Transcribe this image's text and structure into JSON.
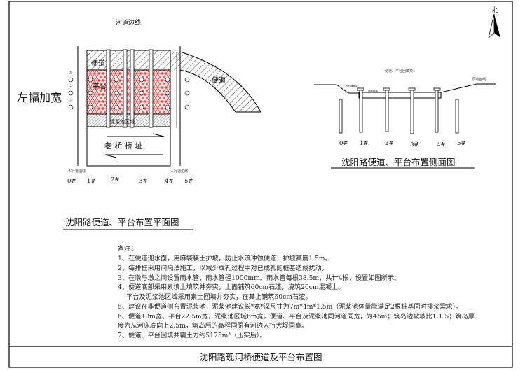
{
  "north_label": "北",
  "plan": {
    "river_edge_label": "河道边线",
    "left_widen_label": "左幅加宽",
    "road_label": "便道",
    "platform_label": "平台",
    "mud_label": "泥浆池区域",
    "curve_road_label": "便道",
    "old_bridge_label": "老 桥 桥 址",
    "sidewalk_left": "人行道边线",
    "sidewalk_right": "人行道边线",
    "piers": [
      "0#",
      "1#",
      "2#",
      "3#",
      "4#",
      "5#"
    ],
    "pile_rows": [
      "①",
      "②",
      "③"
    ],
    "title": "沈阳路便道、平台布置平面图"
  },
  "side": {
    "fill_top_label": "便道、平台回填顶",
    "ground_label": "原地面线",
    "sidewalk_elev": "人行道标高",
    "riverbed_elev": "河床标高",
    "piers": [
      "0#",
      "1#",
      "2#",
      "3#",
      "4#",
      "5#"
    ],
    "title": "沈阳路便道、平台布置侧面图"
  },
  "notes": {
    "heading": "备注：",
    "lines": [
      "1、在便道迎水面，用麻袋装土护坡，防止水流冲蚀便道，护坡高度1.5m。",
      "2、每排桩采用间隔法施工，以减少成孔过程中对已成孔的桩基造成扰动。",
      "3、在墩与墩之间设置雨水管，雨水管径1000mm。雨水管每根38.5m，共计4根，设置如图所示。",
      "4、便道底部采用素填土填筑并夯实，上面铺筑60cm石渣，浇筑20cm混凝土。",
      "　 平台及泥浆池区域采用素土回填并夯实，在其上铺筑60cm石渣。",
      "5、建议在非便道侧布置泥浆池，泥浆池建议长*宽*深尺寸为7m*4m*1.5m（泥浆池体量能满足2根桩基同时排浆需求）。",
      "6、便道10m宽、平台22.5m宽，泥浆池区域6m宽。便道、平台及泥浆池同河道同宽，为45m；筑岛边坡坡比1:1.5；筑岛厚",
      "度为从河床底向上2.5m，筑岛后的高程同原有河边人行大堤同高。",
      "7、便道、平台回填共需土方约5175m³（压实后）。"
    ]
  },
  "title_block": {
    "title": "沈阳路现河桥便道及平台布置图"
  },
  "colors": {
    "lattice": "#e0201c",
    "line": "#000000"
  }
}
